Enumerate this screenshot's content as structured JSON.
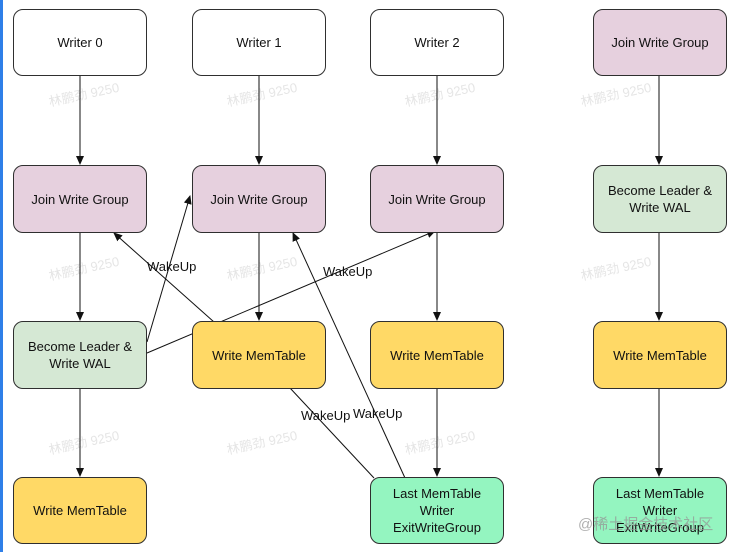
{
  "nodes": {
    "writer0": "Writer 0",
    "writer1": "Writer 1",
    "writer2": "Writer 2",
    "join_right": "Join Write Group",
    "join0": "Join Write Group",
    "join1": "Join Write Group",
    "join2": "Join Write Group",
    "leader_right": "Become Leader &\nWrite WAL",
    "leader0": "Become Leader &\nWrite WAL",
    "memtable1": "Write MemTable",
    "memtable2": "Write MemTable",
    "memtable_right": "Write MemTable",
    "memtable0": "Write MemTable",
    "lastwriter2": "Last MemTable Writer\nExitWriteGroup",
    "lastwriter_right": "Last MemTable Writer\nExitWriteGroup"
  },
  "edge_labels": {
    "wakeup_a": "WakeUp",
    "wakeup_b": "WakeUp",
    "wakeup_c": "WakeUp",
    "wakeup_d": "WakeUp"
  },
  "watermark": "@稀土掘金技术社区",
  "background_watermark": "林鹏劲 9250",
  "colors": {
    "white": "#ffffff",
    "pink": "#e6d0de",
    "green": "#d5e8d4",
    "yellow": "#ffd966",
    "mint": "#94f5c0",
    "stroke": "#2f2f2f"
  }
}
